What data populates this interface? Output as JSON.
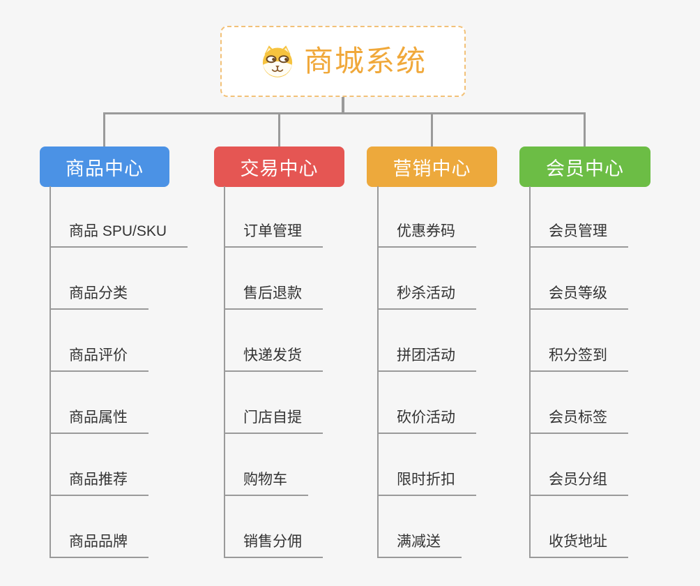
{
  "root": {
    "title": "商城系统",
    "icon": "dog-icon",
    "text_color": "#f0a83a",
    "border_color": "#f2c178"
  },
  "connector_color": "#9a9a9a",
  "branches": [
    {
      "label": "商品中心",
      "color": "#4b92e5",
      "items": [
        "商品 SPU/SKU",
        "商品分类",
        "商品评价",
        "商品属性",
        "商品推荐",
        "商品品牌"
      ]
    },
    {
      "label": "交易中心",
      "color": "#e55653",
      "items": [
        "订单管理",
        "售后退款",
        "快递发货",
        "门店自提",
        "购物车",
        "销售分佣"
      ]
    },
    {
      "label": "营销中心",
      "color": "#eda93c",
      "items": [
        "优惠券码",
        "秒杀活动",
        "拼团活动",
        "砍价活动",
        "限时折扣",
        "满减送"
      ]
    },
    {
      "label": "会员中心",
      "color": "#6cbd45",
      "items": [
        "会员管理",
        "会员等级",
        "积分签到",
        "会员标签",
        "会员分组",
        "收货地址"
      ]
    }
  ]
}
